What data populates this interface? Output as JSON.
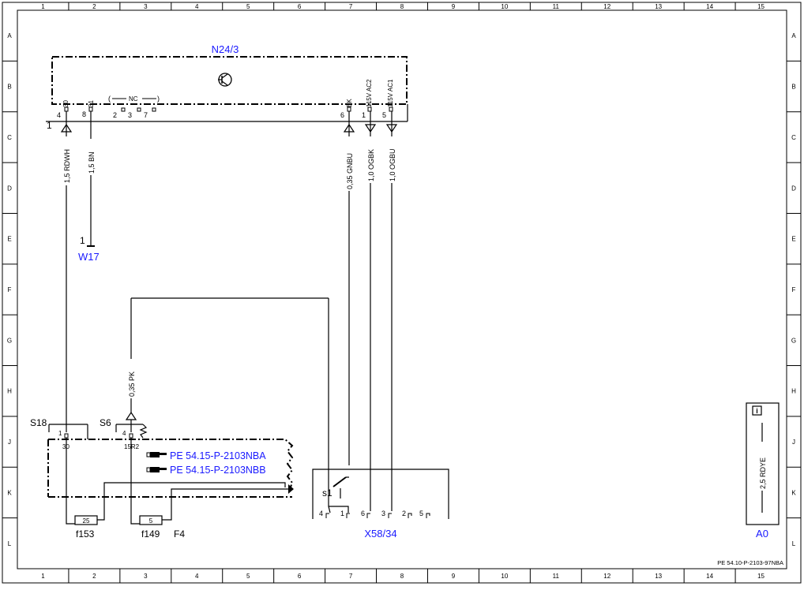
{
  "grid": {
    "columns": [
      "1",
      "2",
      "3",
      "4",
      "5",
      "6",
      "7",
      "8",
      "9",
      "10",
      "11",
      "12",
      "13",
      "14",
      "15"
    ],
    "rows": [
      "A",
      "B",
      "C",
      "D",
      "E",
      "F",
      "G",
      "H",
      "J",
      "K",
      "L"
    ]
  },
  "components": {
    "control_unit": "N24/3",
    "ground": "W17",
    "fuse_carrier": "F4",
    "connector": "X58/34",
    "switch": "s1",
    "fuse_153": "f153",
    "fuse_149": "f149",
    "fuse_153_rating": "25",
    "fuse_149_rating": "5",
    "splice_1": "S18",
    "splice_2": "S6",
    "ref_a0": "A0"
  },
  "pins": {
    "p30": "30",
    "p31": "31",
    "nc": "NC",
    "bk": "BK",
    "ac2": "115V AC2",
    "ac1": "115V AC1",
    "n4": "4",
    "n8": "8",
    "n2": "2",
    "n3": "3",
    "n7": "7",
    "n6": "6",
    "n1": "1",
    "n5": "5",
    "conn1": "1",
    "w17pin": "1",
    "s18pin": "1",
    "s18sub": "30",
    "s6pin": "4",
    "s6sub": "15R2",
    "x4": "4",
    "x1": "1",
    "x6": "6",
    "x3": "3",
    "x2": "2",
    "x5": "5"
  },
  "wires": {
    "rdwh": "1,5 RDWH",
    "bn": "1,5 BN",
    "gnbu": "0,35 GNBU",
    "ogbk": "1,0 OGBK",
    "ogbu": "1,0 OGBU",
    "pk": "0,35 PK",
    "rdye": "2,5 RDYE"
  },
  "references": {
    "link_a": "PE 54.15-P-2103NBA",
    "link_b": "PE 54.15-P-2103NBB",
    "document_id": "PE 54.10-P-2103-97NBA",
    "info_icon": "i"
  },
  "colors": {
    "link": "#1a1aff",
    "line": "#000000"
  },
  "icons": [
    "transistor-icon",
    "hand-pointer-icon",
    "info-icon"
  ]
}
